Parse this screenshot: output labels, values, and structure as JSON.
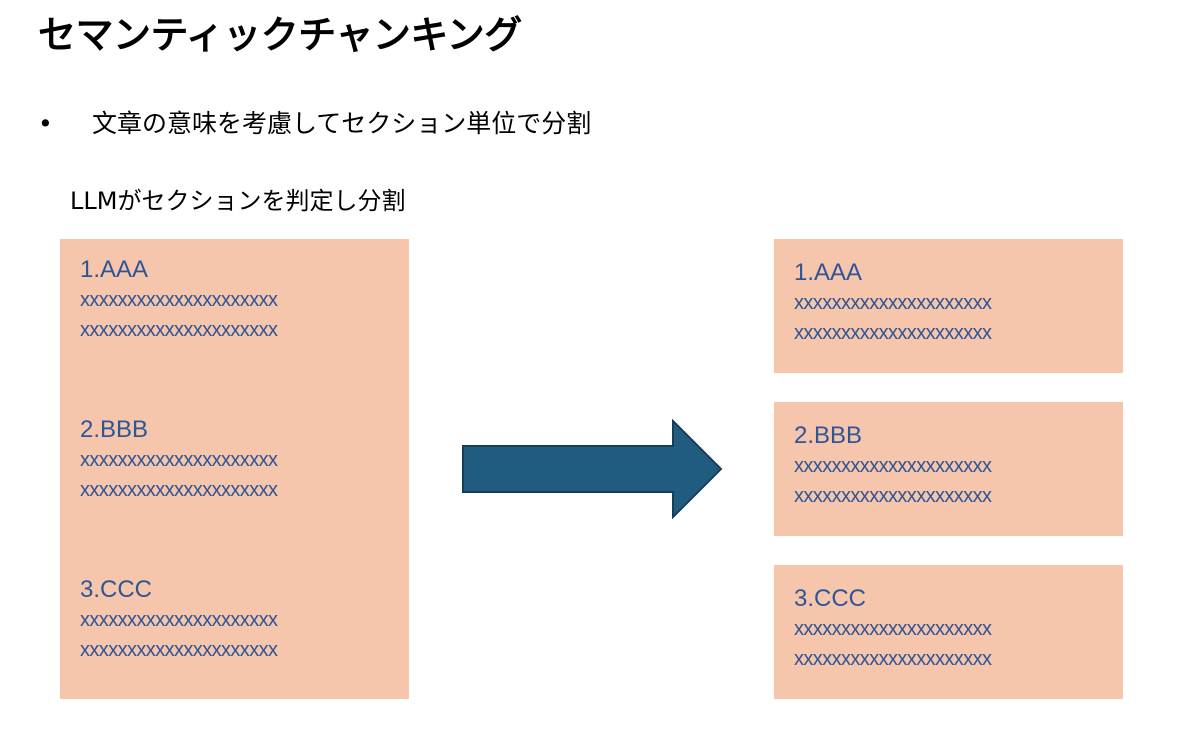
{
  "title": "セマンティックチャンキング",
  "bullet": {
    "marker": "•",
    "text": "文章の意味を考慮してセクション単位で分割"
  },
  "subtitle": "LLMがセクションを判定し分割",
  "source_document": {
    "sections": [
      {
        "heading": "1.AAA",
        "lines": [
          "xxxxxxxxxxxxxxxxxxxxx",
          "xxxxxxxxxxxxxxxxxxxxx"
        ]
      },
      {
        "heading": "2.BBB",
        "lines": [
          "xxxxxxxxxxxxxxxxxxxxx",
          "xxxxxxxxxxxxxxxxxxxxx"
        ]
      },
      {
        "heading": "3.CCC",
        "lines": [
          "xxxxxxxxxxxxxxxxxxxxx",
          "xxxxxxxxxxxxxxxxxxxxx"
        ]
      }
    ]
  },
  "chunks": [
    {
      "heading": "1.AAA",
      "lines": [
        "xxxxxxxxxxxxxxxxxxxxx",
        "xxxxxxxxxxxxxxxxxxxxx"
      ]
    },
    {
      "heading": "2.BBB",
      "lines": [
        "xxxxxxxxxxxxxxxxxxxxx",
        "xxxxxxxxxxxxxxxxxxxxx"
      ]
    },
    {
      "heading": "3.CCC",
      "lines": [
        "xxxxxxxxxxxxxxxxxxxxx",
        "xxxxxxxxxxxxxxxxxxxxx"
      ]
    }
  ],
  "colors": {
    "box_fill": "#f5c6ab",
    "section_text": "#2f5597",
    "arrow_fill": "#1f5c80",
    "arrow_stroke": "#163f57"
  },
  "icons": {
    "arrow": "right-arrow-icon"
  }
}
